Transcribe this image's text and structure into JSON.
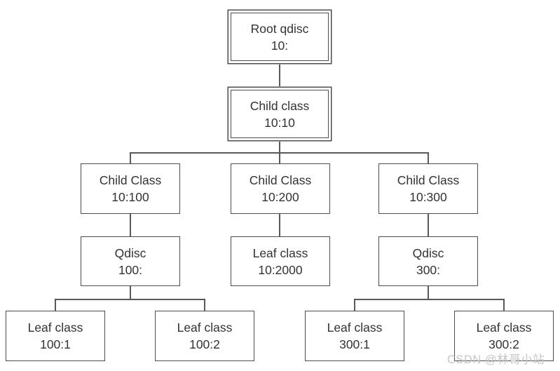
{
  "diagram": {
    "description": "Linux traffic-control qdisc and class hierarchy tree",
    "nodes": [
      {
        "id": "root-qdisc-10",
        "line1": "Root qdisc",
        "line2": "10:"
      },
      {
        "id": "child-class-10-10",
        "line1": "Child class",
        "line2": "10:10"
      },
      {
        "id": "child-class-10-100",
        "line1": "Child Class",
        "line2": "10:100"
      },
      {
        "id": "child-class-10-200",
        "line1": "Child Class",
        "line2": "10:200"
      },
      {
        "id": "child-class-10-300",
        "line1": "Child Class",
        "line2": "10:300"
      },
      {
        "id": "qdisc-100",
        "line1": "Qdisc",
        "line2": "100:"
      },
      {
        "id": "leaf-class-10-2000",
        "line1": "Leaf class",
        "line2": "10:2000"
      },
      {
        "id": "qdisc-300",
        "line1": "Qdisc",
        "line2": "300:"
      },
      {
        "id": "leaf-class-100-1",
        "line1": "Leaf class",
        "line2": "100:1"
      },
      {
        "id": "leaf-class-100-2",
        "line1": "Leaf class",
        "line2": "100:2"
      },
      {
        "id": "leaf-class-300-1",
        "line1": "Leaf class",
        "line2": "300:1"
      },
      {
        "id": "leaf-class-300-2",
        "line1": "Leaf class",
        "line2": "300:2"
      }
    ],
    "edges": [
      [
        "root-qdisc-10",
        "child-class-10-10"
      ],
      [
        "child-class-10-10",
        "child-class-10-100"
      ],
      [
        "child-class-10-10",
        "child-class-10-200"
      ],
      [
        "child-class-10-10",
        "child-class-10-300"
      ],
      [
        "child-class-10-100",
        "qdisc-100"
      ],
      [
        "child-class-10-200",
        "leaf-class-10-2000"
      ],
      [
        "child-class-10-300",
        "qdisc-300"
      ],
      [
        "qdisc-100",
        "leaf-class-100-1"
      ],
      [
        "qdisc-100",
        "leaf-class-100-2"
      ],
      [
        "qdisc-300",
        "leaf-class-300-1"
      ],
      [
        "qdisc-300",
        "leaf-class-300-2"
      ]
    ],
    "colors": {
      "line": "#595959",
      "border": "#4d4d4d",
      "text": "#333333",
      "background": "#ffffff",
      "watermark": "#c6c6c6"
    },
    "watermark": "CSDN @林哥小站"
  }
}
